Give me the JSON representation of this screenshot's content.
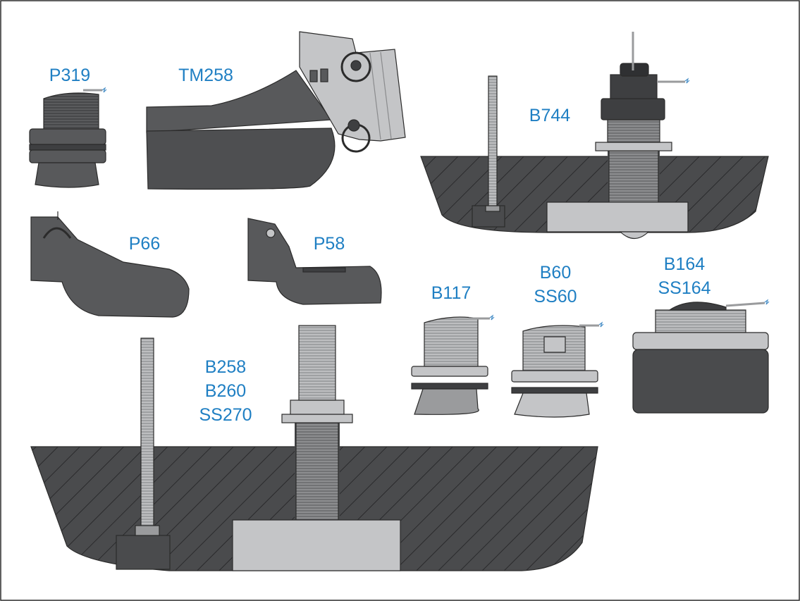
{
  "labels": {
    "p319": "P319",
    "tm258": "TM258",
    "b744": "B744",
    "p66": "P66",
    "p58": "P58",
    "b117": "B117",
    "b60_a": "B60",
    "b60_b": "SS60",
    "b164_a": "B164",
    "b164_b": "SS164",
    "b258_a": "B258",
    "b258_b": "B260",
    "b258_c": "SS270"
  },
  "colors": {
    "label": "#1f7fc3",
    "dark_body": "#58595b",
    "darker_body": "#3e3f41",
    "hull": "#4a4b4d",
    "light_metal": "#c4c5c7",
    "mid_metal": "#9a9b9d",
    "outline": "#2b2b2b",
    "cable_wire": "#2b2b2b",
    "cable_end": "#4a90c8"
  }
}
